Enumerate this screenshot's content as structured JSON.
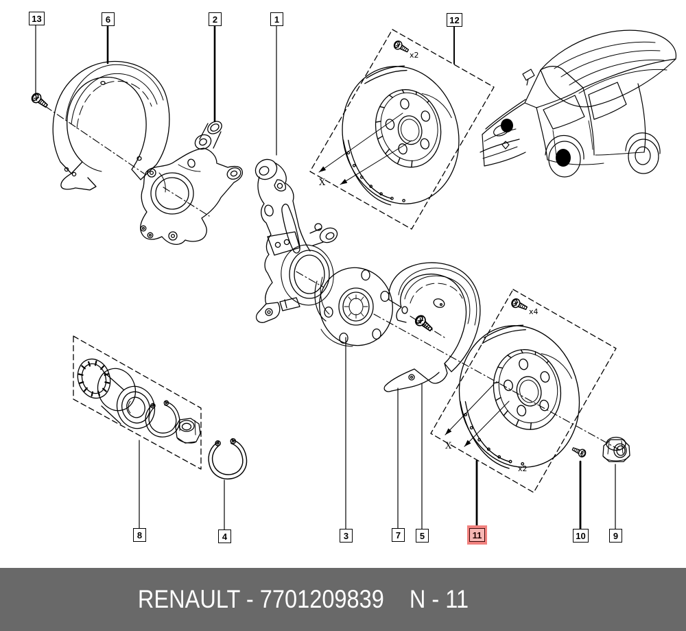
{
  "footer": {
    "left": "RENAULT - 7701209839",
    "right": "N - 11"
  },
  "callouts": {
    "c1": "1",
    "c2": "2",
    "c3": "3",
    "c4": "4",
    "c5": "5",
    "c6": "6",
    "c7": "7",
    "c8": "8",
    "c9": "9",
    "c10": "10",
    "c11": "11",
    "c12": "12",
    "c13": "13"
  },
  "highlighted_callout": "11",
  "annotations": {
    "qty_screws_top_disc": "x2",
    "qty_screws_bottom_disc": "x4",
    "qty_bottom_disc": "x2",
    "thickness_mark_top": "X",
    "thickness_mark_bottom": "X"
  },
  "colors": {
    "line": "#000000",
    "highlight": "#f2827f",
    "footer_bg": "#696969",
    "footer_text": "#ffffff",
    "background": "#ffffff"
  }
}
